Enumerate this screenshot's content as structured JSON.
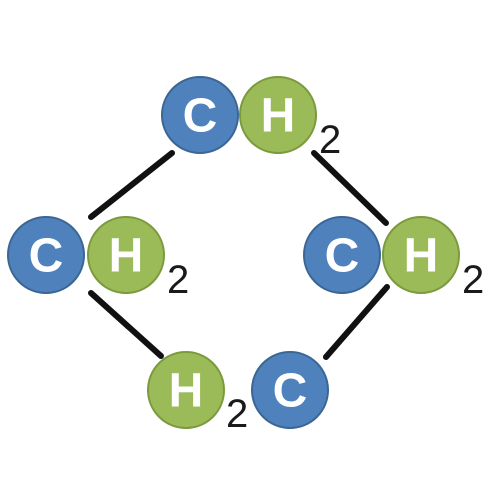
{
  "colors": {
    "carbon_fill": "#4f81bd",
    "carbon_stroke": "#3a6694",
    "hydrogen_fill": "#9bbb59",
    "hydrogen_stroke": "#7a9a3c",
    "bond": "#111111"
  },
  "groups": [
    {
      "carbon": "C",
      "hydrogen": "H",
      "subscript": "2"
    },
    {
      "carbon": "C",
      "hydrogen": "H",
      "subscript": "2"
    },
    {
      "carbon": "C",
      "hydrogen": "H",
      "subscript": "2"
    },
    {
      "carbon": "C",
      "hydrogen": "H",
      "subscript": "2"
    }
  ]
}
